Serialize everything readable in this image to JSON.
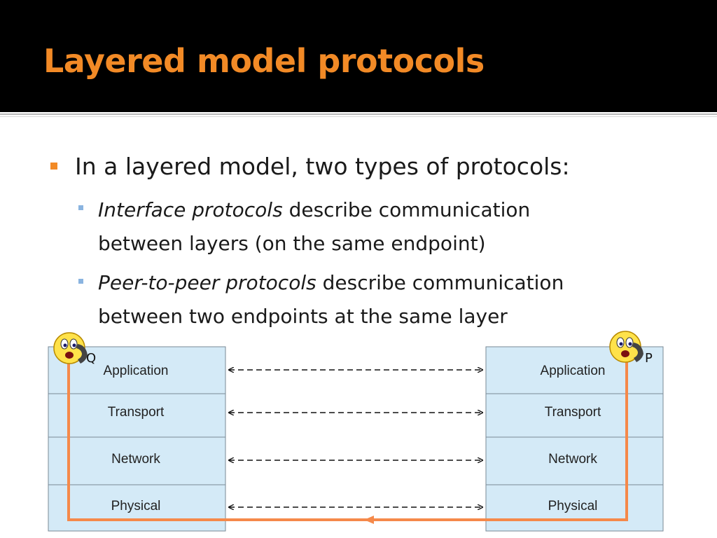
{
  "slide": {
    "title": "Layered model protocols",
    "bullet": "In a layered model, two types of protocols:",
    "sub_bullets": [
      {
        "em": "Interface protocols",
        "line1_rest": " describe communication",
        "line2": "between layers (on the same endpoint)"
      },
      {
        "em": "Peer-to-peer protocols",
        "line1_rest": " describe communication",
        "line2": "between two endpoints at the same layer"
      }
    ]
  },
  "diagram": {
    "left_endpoint": "Q",
    "right_endpoint": "P",
    "layers": [
      "Application",
      "Transport",
      "Network",
      "Physical"
    ]
  },
  "colors": {
    "title": "#f28a26",
    "layer_fill": "#d4eaf7",
    "path": "#f5894a",
    "bullet_marker": "#f28a26",
    "sub_marker": "#8ab4e0"
  },
  "icons": [
    "worried-face-phone-icon",
    "worried-face-phone-icon"
  ]
}
